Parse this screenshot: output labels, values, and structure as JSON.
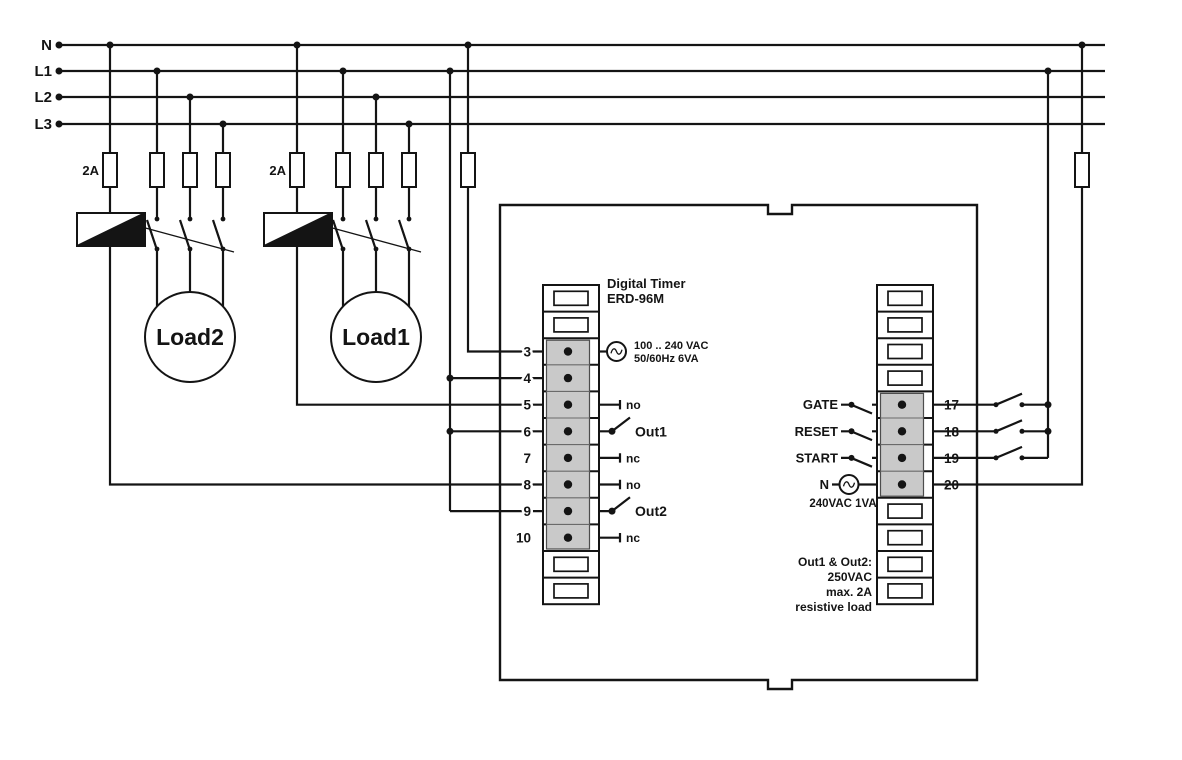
{
  "bus": {
    "labels": [
      "N",
      "L1",
      "L2",
      "L3"
    ]
  },
  "fuses": {
    "left_2a": "2A",
    "right_2a": "2A"
  },
  "loads": {
    "load2": "Load2",
    "load1": "Load1"
  },
  "device": {
    "title_line1": "Digital Timer",
    "title_line2": "ERD-96M",
    "supply_line1": "100 .. 240 VAC",
    "supply_line2": "50/60Hz 6VA",
    "left_terminals": [
      "3",
      "4",
      "5",
      "6",
      "7",
      "8",
      "9",
      "10"
    ],
    "right_terminals": [
      "17",
      "18",
      "19",
      "20"
    ],
    "out1": {
      "no": "no",
      "label": "Out1",
      "nc": "nc"
    },
    "out2": {
      "no": "no",
      "label": "Out2",
      "nc": "nc"
    },
    "inputs": {
      "gate": "GATE",
      "reset": "RESET",
      "start": "START",
      "n": "N"
    },
    "control_power": "240VAC 1VA",
    "rating_lines": [
      "Out1 & Out2:",
      "250VAC",
      "max. 2A",
      "resistive load"
    ]
  },
  "colors": {
    "line": "#141414",
    "strip": "#c9c9c9",
    "bg": "#ffffff"
  }
}
